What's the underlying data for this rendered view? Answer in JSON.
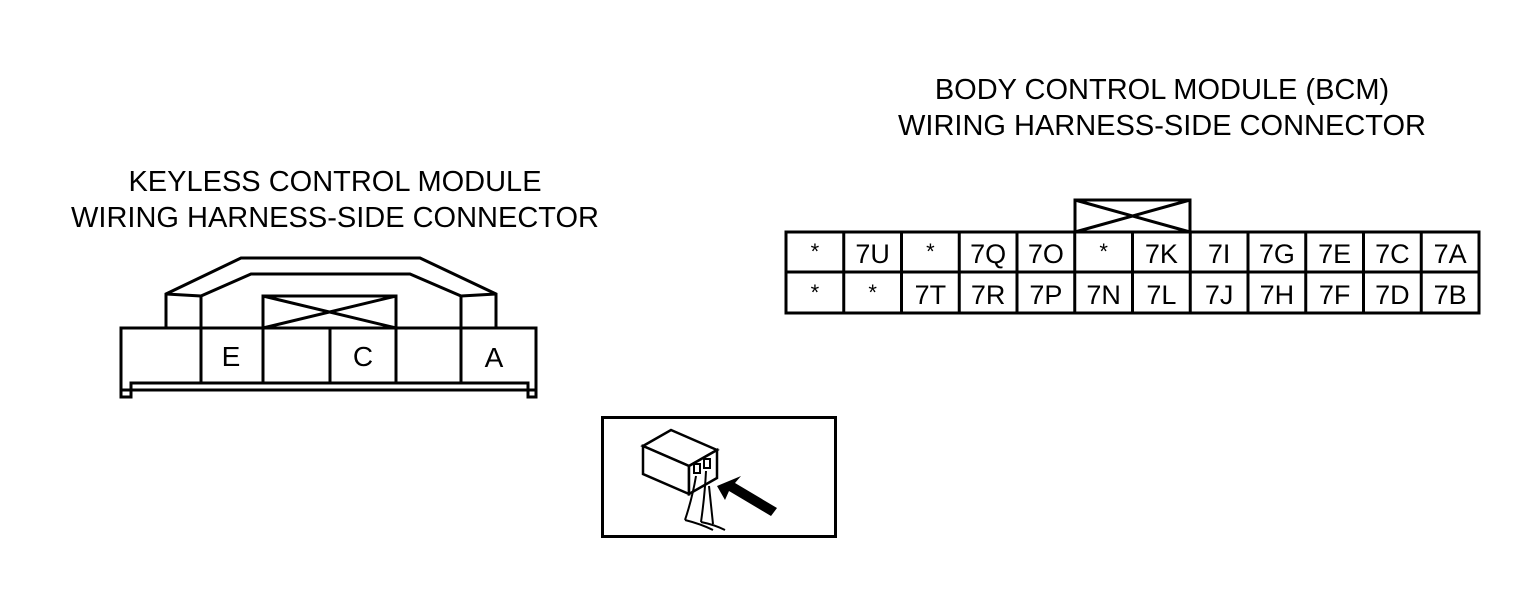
{
  "kcm": {
    "title_line1": "KEYLESS CONTROL MODULE",
    "title_line2": "WIRING HARNESS-SIDE CONNECTOR",
    "terminals": [
      "E",
      "C",
      "A"
    ]
  },
  "bcm": {
    "title_line1": "BODY CONTROL MODULE (BCM)",
    "title_line2": "WIRING HARNESS-SIDE CONNECTOR",
    "row_top": [
      "*",
      "7U",
      "*",
      "7Q",
      "7O",
      "*",
      "7K",
      "7I",
      "7G",
      "7E",
      "7C",
      "7A"
    ],
    "row_bottom": [
      "*",
      "*",
      "7T",
      "7R",
      "7P",
      "7N",
      "7L",
      "7J",
      "7H",
      "7F",
      "7D",
      "7B"
    ]
  },
  "probe_icon": "back-probe-connector-icon"
}
